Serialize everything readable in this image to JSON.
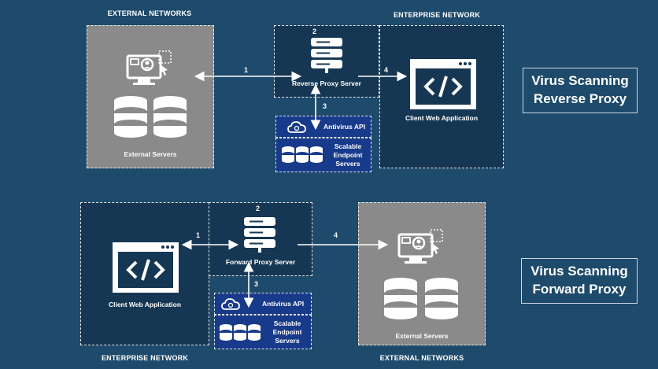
{
  "reverse": {
    "external_networks_label": "EXTERNAL NETWORKS",
    "enterprise_network_label": "ENTERPRISE NETWORK",
    "external_servers_label": "External Servers",
    "proxy_label": "Reverse Proxy Server",
    "client_app_label": "Client Web Application",
    "antivirus_label": "Antivirus API",
    "endpoint_label_1": "Scalable",
    "endpoint_label_2": "Endpoint",
    "endpoint_label_3": "Servers",
    "step1": "1",
    "step2": "2",
    "step3": "3",
    "step4": "4",
    "title_line1": "Virus Scanning",
    "title_line2": "Reverse Proxy"
  },
  "forward": {
    "enterprise_network_label": "ENTERPRISE NETWORK",
    "external_networks_label": "EXTERNAL NETWORKS",
    "client_app_label": "Client Web Application",
    "proxy_label": "Forward Proxy Server",
    "external_servers_label": "External Servers",
    "antivirus_label": "Antivirus API",
    "endpoint_label_1": "Scalable",
    "endpoint_label_2": "Endpoint",
    "endpoint_label_3": "Servers",
    "step1": "1",
    "step2": "2",
    "step3": "3",
    "step4": "4",
    "title_line1": "Virus Scanning",
    "title_line2": "Forward Proxy"
  },
  "colors": {
    "background": "#1e4a6b",
    "grey_box": "#8a8a8a",
    "dark_box": "#163753",
    "blue_box": "#183a8a"
  },
  "icons": [
    "monitor-user-icon",
    "database-icon",
    "server-rack-icon",
    "code-window-icon",
    "cloud-icon"
  ]
}
